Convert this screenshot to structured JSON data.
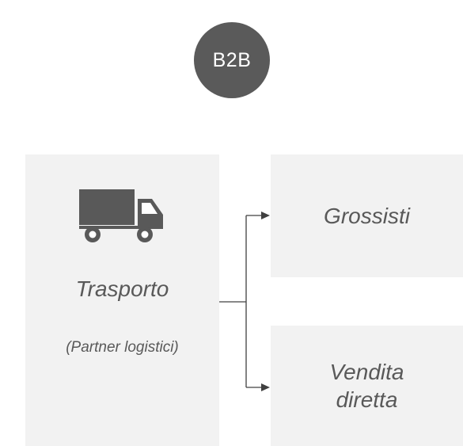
{
  "badge": {
    "label": "B2B",
    "color": "#5a5a5a"
  },
  "source": {
    "title": "Trasporto",
    "subtitle": "(Partner logistici)",
    "icon": "truck-icon",
    "icon_color": "#595959"
  },
  "targets": [
    {
      "label": "Grossisti"
    },
    {
      "label": "Vendita diretta"
    }
  ],
  "colors": {
    "box_bg": "#f2f2f2",
    "text": "#595959",
    "line": "#404040"
  }
}
